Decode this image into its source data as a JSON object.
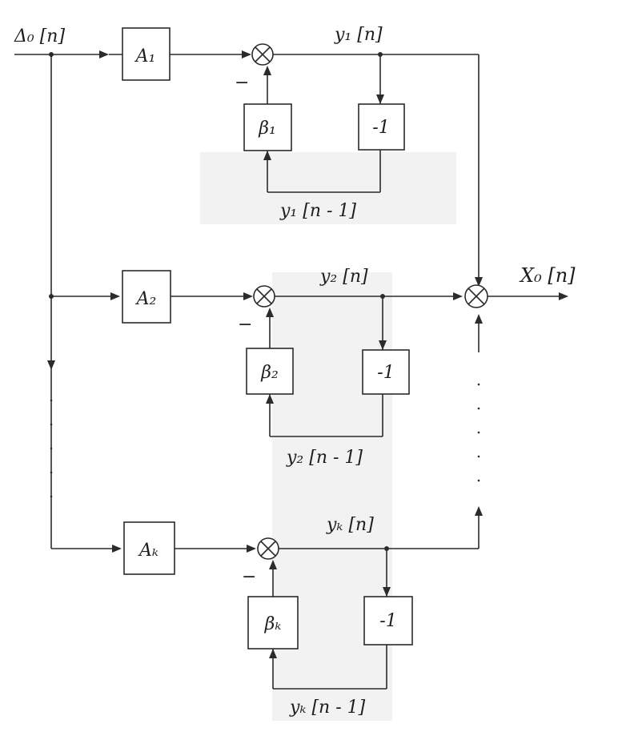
{
  "signals": {
    "input": "Δ₀ [n]",
    "output": "X₀ [n]",
    "y1": "y₁ [n]",
    "y1_prev": "y₁ [n - 1]",
    "y2": "y₂ [n]",
    "y2_prev": "y₂ [n - 1]",
    "yk": "yₖ [n]",
    "yk_prev": "yₖ [n - 1]"
  },
  "blocks": {
    "a1": "A₁",
    "a2": "A₂",
    "ak": "Aₖ",
    "b1": "β₁",
    "b2": "β₂",
    "bk": "βₖ",
    "d1": "-1",
    "d2": "-1",
    "dk": "-1"
  },
  "signs": {
    "minus1": "−",
    "minus2": "−",
    "minusk": "−"
  },
  "colors": {
    "ink": "#2b2b2b",
    "shade": "#f2f2f2"
  }
}
